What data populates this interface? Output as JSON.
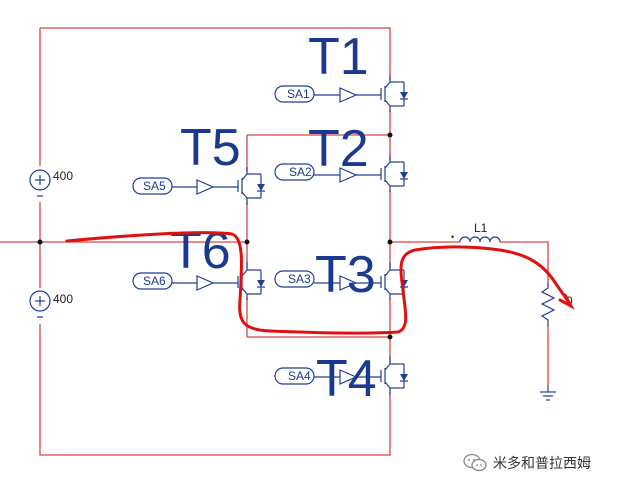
{
  "transistors": [
    {
      "id": "t1",
      "label": "T1",
      "gate": "SA1"
    },
    {
      "id": "t2",
      "label": "T2",
      "gate": "SA2"
    },
    {
      "id": "t3",
      "label": "T3",
      "gate": "SA3"
    },
    {
      "id": "t4",
      "label": "T4",
      "gate": "SA4"
    },
    {
      "id": "t5",
      "label": "T5",
      "gate": "SA5"
    },
    {
      "id": "t6",
      "label": "T6",
      "gate": "SA6"
    }
  ],
  "sources": [
    {
      "id": "upper",
      "value": "400"
    },
    {
      "id": "lower",
      "value": "400"
    }
  ],
  "inductor": {
    "label": "L1"
  },
  "load": {
    "label": "0"
  },
  "watermark": {
    "text": "米多和普拉西姆",
    "icon": "wechat-icon"
  },
  "colors": {
    "wire": "#d64545",
    "component": "#1f3d99",
    "current_path": "#e01010"
  }
}
